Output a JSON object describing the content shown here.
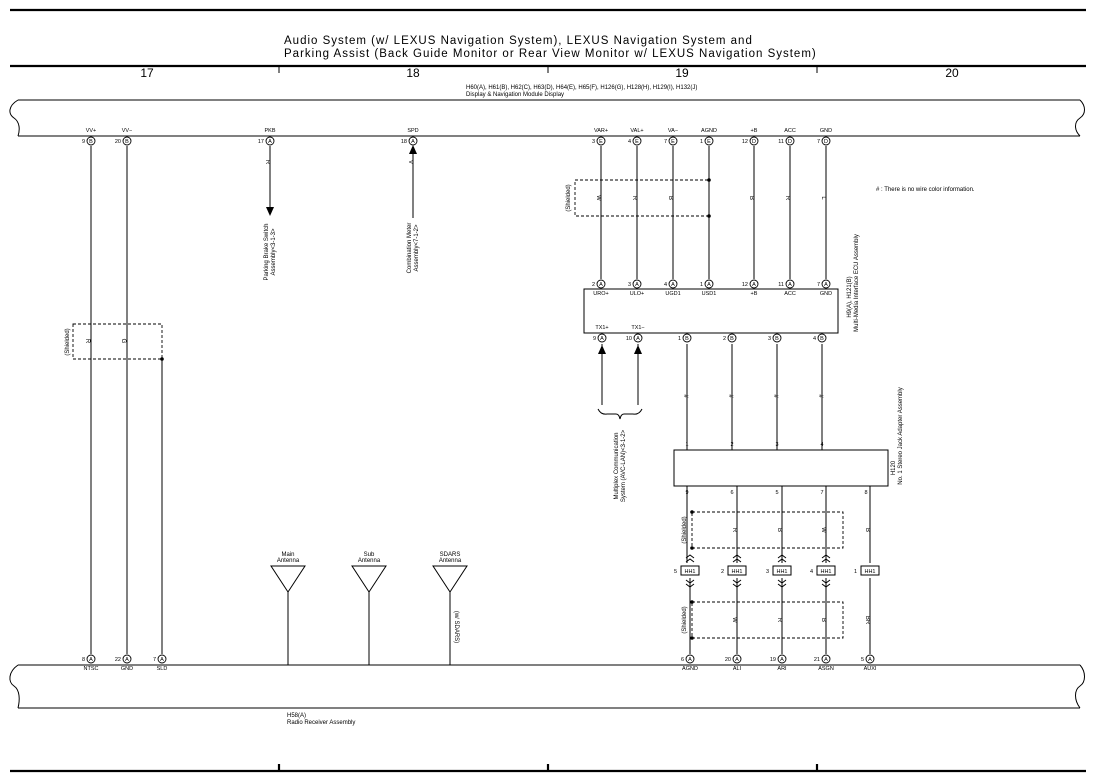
{
  "title": {
    "line1": "Audio System (w/ LEXUS Navigation System),  LEXUS Navigation System and",
    "line2": "Parking Assist (Back Guide Monitor or Rear View Monitor w/ LEXUS Navigation System)"
  },
  "sections": [
    "17",
    "18",
    "19",
    "20"
  ],
  "display_module": {
    "connectors": "H60(A), H61(B), H62(C), H63(D), H64(E), H65(F), H126(G), H128(H), H129(I), H132(J)",
    "name": "Display & Navigation Module Display",
    "pins": [
      {
        "name": "VV+",
        "num": "9",
        "conn": "B"
      },
      {
        "name": "VV−",
        "num": "20",
        "conn": "B"
      },
      {
        "name": "PKB",
        "num": "17",
        "conn": "A"
      },
      {
        "name": "SPD",
        "num": "18",
        "conn": "A"
      },
      {
        "name": "VAR+",
        "num": "3",
        "conn": "E"
      },
      {
        "name": "VAL+",
        "num": "4",
        "conn": "E"
      },
      {
        "name": "VA−",
        "num": "7",
        "conn": "E"
      },
      {
        "name": "AGND",
        "num": "1",
        "conn": "E"
      },
      {
        "name": "+B",
        "num": "12",
        "conn": "D"
      },
      {
        "name": "ACC",
        "num": "11",
        "conn": "D"
      },
      {
        "name": "GND",
        "num": "7",
        "conn": "D"
      }
    ]
  },
  "wire_colors_upper": [
    "W",
    "R",
    "B",
    "B",
    "R",
    "L"
  ],
  "wire_colors_left": [
    "R",
    "G"
  ],
  "wire_pkb": "R",
  "wire_spd": "V",
  "shielded": "(Shielded)",
  "note": "# : There is no wire color information.",
  "parking_brake": {
    "line1": "Parking Brake Switch",
    "line2": "Assembly<3-1-3>"
  },
  "combination_meter": {
    "line1": "Combination Meter",
    "line2": "Assembly<7-1-2>"
  },
  "mm_ecu": {
    "label_line1": "H9(A), H121(B)",
    "label_line2": "Multi-Media Interface ECU Assembly",
    "top_pins": [
      {
        "num": "2",
        "conn": "A",
        "name": "URO+"
      },
      {
        "num": "3",
        "conn": "A",
        "name": "ULO+"
      },
      {
        "num": "4",
        "conn": "A",
        "name": "UGD1"
      },
      {
        "num": "1",
        "conn": "A",
        "name": "USD1"
      },
      {
        "num": "12",
        "conn": "A",
        "name": "+B"
      },
      {
        "num": "11",
        "conn": "A",
        "name": "ACC"
      },
      {
        "num": "7",
        "conn": "A",
        "name": "GND"
      }
    ],
    "bottom_pins": [
      {
        "num": "9",
        "conn": "A",
        "name": "TX1+"
      },
      {
        "num": "10",
        "conn": "A",
        "name": "TX1−"
      },
      {
        "num": "1",
        "conn": "B",
        "name": ""
      },
      {
        "num": "2",
        "conn": "B",
        "name": ""
      },
      {
        "num": "3",
        "conn": "B",
        "name": ""
      },
      {
        "num": "4",
        "conn": "B",
        "name": ""
      }
    ]
  },
  "multiplex": {
    "line1": "Multiplex Communication",
    "line2": "System (AVC-LAN)<3-1-2>"
  },
  "hash": "#",
  "stereo_jack": {
    "label_line1": "H120",
    "label_line2": "No. 1 Stereo Jack Adapter Assembly",
    "top_pins": [
      "1",
      "2",
      "3",
      "4"
    ],
    "bottom_pins": [
      "9",
      "6",
      "5",
      "7",
      "8"
    ]
  },
  "wire_colors_mid": [
    "R",
    "B",
    "W",
    "B"
  ],
  "hh1": {
    "name": "HH1",
    "pins": [
      "5",
      "2",
      "3",
      "4",
      "1"
    ]
  },
  "wire_colors_lower": [
    "W",
    "R",
    "B",
    "BR"
  ],
  "antennas": [
    {
      "line1": "Main",
      "line2": "Antenna"
    },
    {
      "line1": "Sub",
      "line2": "Antenna"
    },
    {
      "line1": "SDARS",
      "line2": "Antenna"
    }
  ],
  "sdars_note": "(w/ SDARS)",
  "radio_receiver": {
    "connector": "H58(A)",
    "name": "Radio Receiver Assembly",
    "pins": [
      {
        "num": "8",
        "conn": "A",
        "name": "NTSC"
      },
      {
        "num": "22",
        "conn": "A",
        "name": "GND"
      },
      {
        "num": "7",
        "conn": "A",
        "name": "SLD"
      },
      {
        "num": "6",
        "conn": "A",
        "name": "AGND"
      },
      {
        "num": "20",
        "conn": "A",
        "name": "ALI"
      },
      {
        "num": "19",
        "conn": "A",
        "name": "ARI"
      },
      {
        "num": "21",
        "conn": "A",
        "name": "ASGN"
      },
      {
        "num": "5",
        "conn": "A",
        "name": "AUXI"
      }
    ]
  }
}
